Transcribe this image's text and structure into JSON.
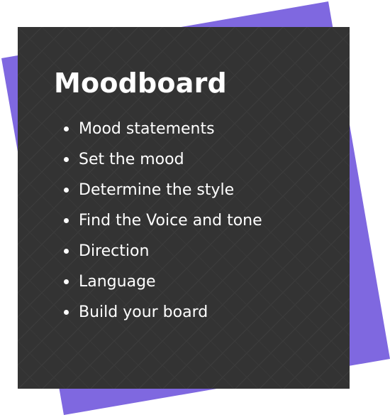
{
  "colors": {
    "accent": "#7f68e0",
    "card_background": "#333333",
    "text": "#ffffff"
  },
  "card": {
    "title": "Moodboard",
    "items": [
      {
        "label": "Mood statements"
      },
      {
        "label": "Set the mood"
      },
      {
        "label": "Determine the style"
      },
      {
        "label": "Find the Voice and tone"
      },
      {
        "label": "Direction"
      },
      {
        "label": "Language"
      },
      {
        "label": "Build your board"
      }
    ]
  }
}
